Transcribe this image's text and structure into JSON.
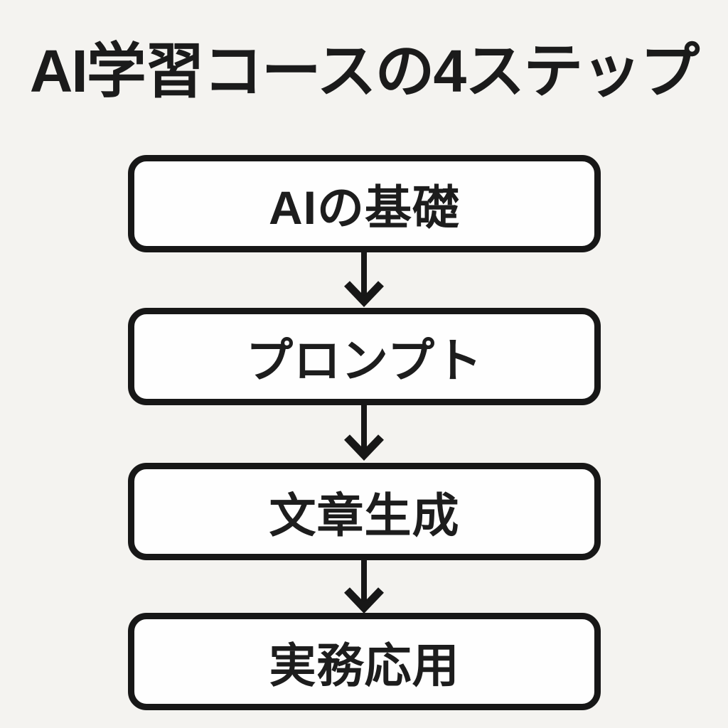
{
  "title": "AI学習コースの4ステップ",
  "steps": [
    {
      "label": "AIの基礎"
    },
    {
      "label": "プロンプト"
    },
    {
      "label": "文章生成"
    },
    {
      "label": "実務応用"
    }
  ],
  "connectors": {
    "type": "down-arrow",
    "count": 3
  },
  "colors": {
    "background": "#f4f3f0",
    "box_fill": "#fefefe",
    "box_border": "#171717",
    "text": "#1d1d1d"
  }
}
